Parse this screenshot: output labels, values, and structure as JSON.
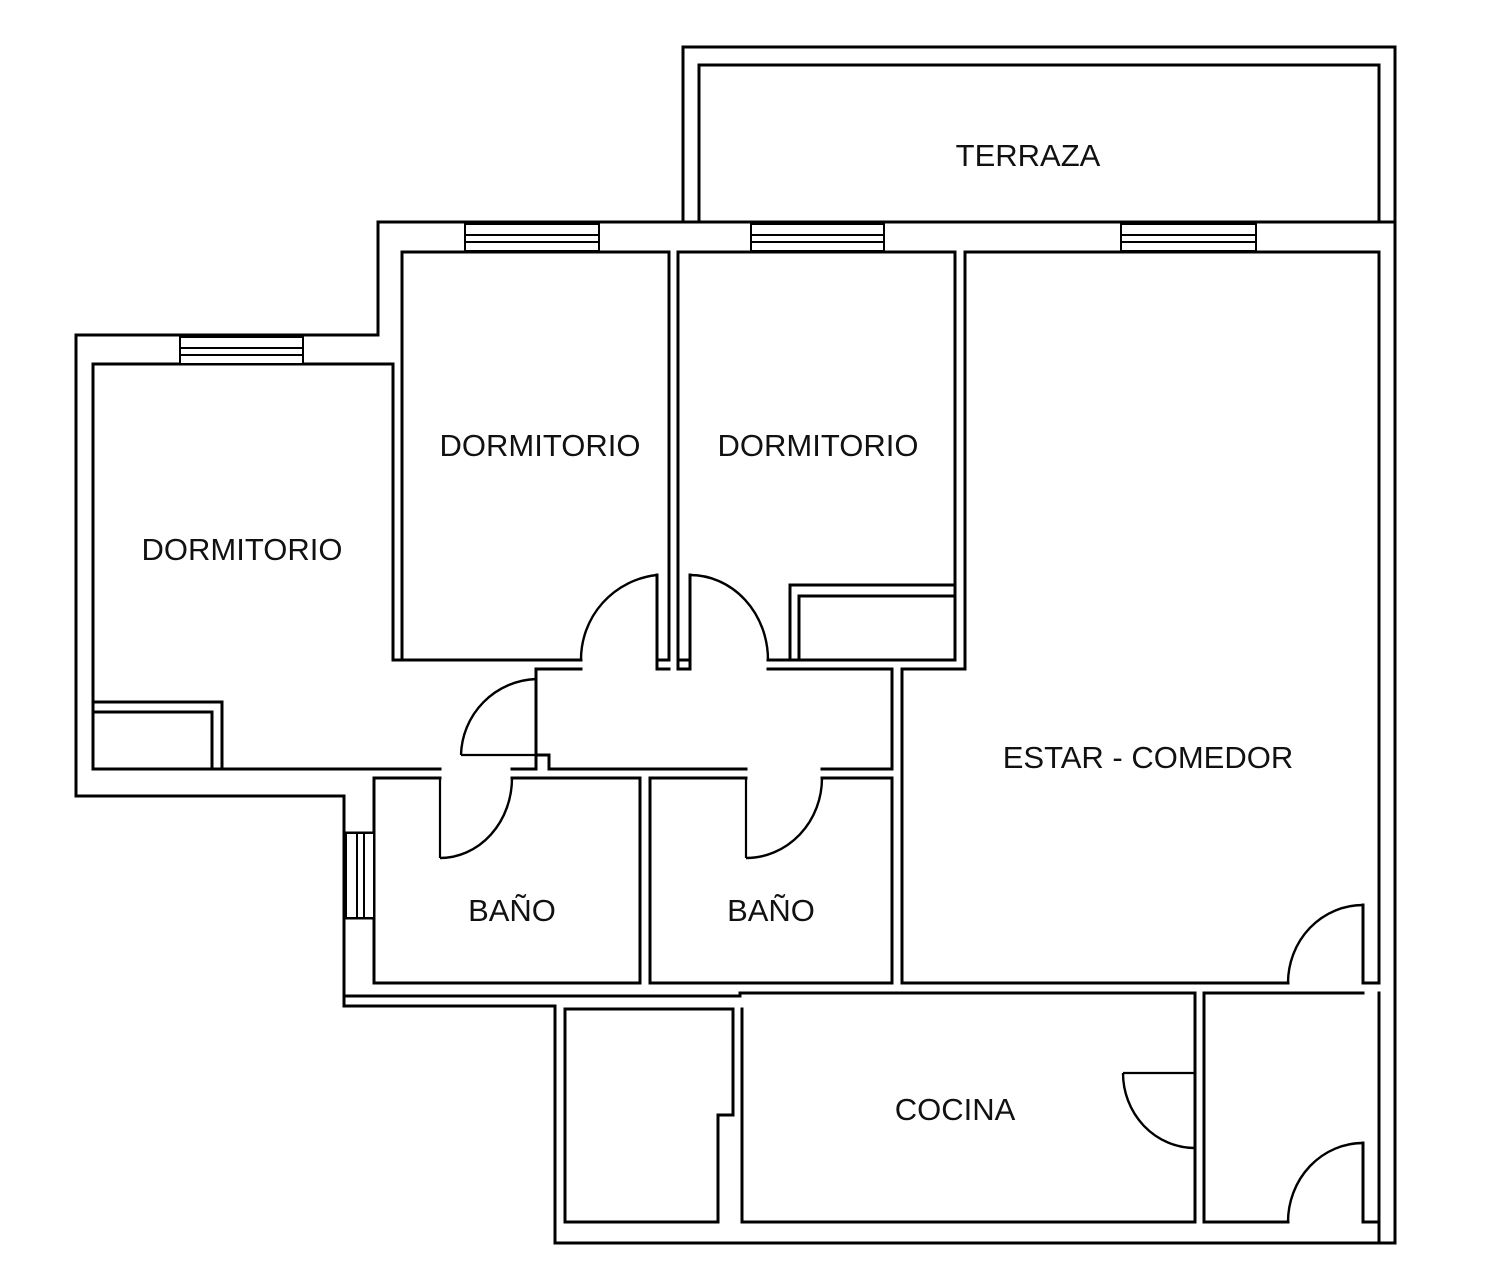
{
  "plan": {
    "rooms": {
      "terraza": "TERRAZA",
      "dormitorio_1": "DORMITORIO",
      "dormitorio_2": "DORMITORIO",
      "dormitorio_3": "DORMITORIO",
      "estar_comedor": "ESTAR - COMEDOR",
      "bano_1": "BAÑO",
      "bano_2": "BAÑO",
      "cocina": "COCINA"
    }
  }
}
